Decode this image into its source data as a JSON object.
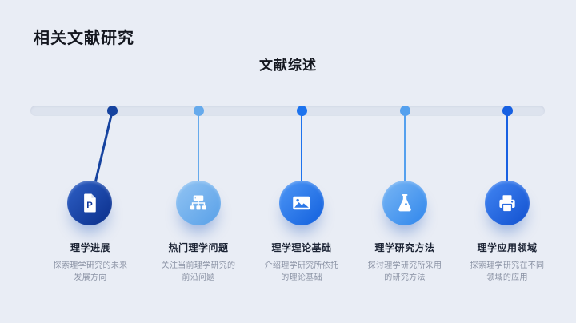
{
  "slide": {
    "title": "相关文献研究",
    "subtitle": "文献综述"
  },
  "colors": {
    "background": "#e9edf5",
    "timeline_bar": "#dde3ee",
    "heading_text": "#14171f",
    "item_title_text": "#1b2334",
    "item_desc_text": "#8a92a4",
    "item_accents": [
      "#16439f",
      "#66aaec",
      "#1d73ee",
      "#54a0ee",
      "#1760e2"
    ]
  },
  "timeline": {
    "items": [
      {
        "icon": "powerpoint-file-icon",
        "title": "理学进展",
        "desc": "探索理学研究的未来发展方向"
      },
      {
        "icon": "sitemap-icon",
        "title": "热门理学问题",
        "desc": "关注当前理学研究的前沿问题"
      },
      {
        "icon": "image-icon",
        "title": "理学理论基础",
        "desc": "介绍理学研究所依托的理论基础"
      },
      {
        "icon": "flask-icon",
        "title": "理学研究方法",
        "desc": "探讨理学研究所采用的研究方法"
      },
      {
        "icon": "printer-icon",
        "title": "理学应用领域",
        "desc": "探索理学研究在不同领域的应用"
      }
    ]
  }
}
